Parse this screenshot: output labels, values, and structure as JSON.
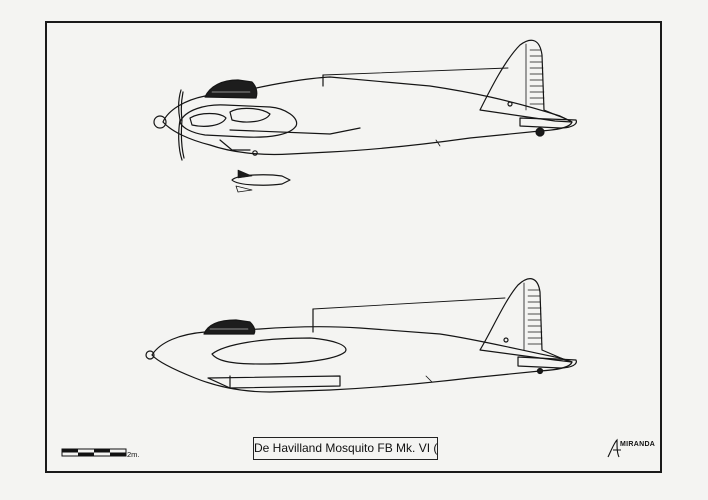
{
  "drawing": {
    "title": "De Havilland Mosquito FB Mk. VI (NF)",
    "scale_label": "2m.",
    "logo_text": "MIRANDA",
    "views": [
      "side-view-upper",
      "side-view-lower"
    ]
  }
}
